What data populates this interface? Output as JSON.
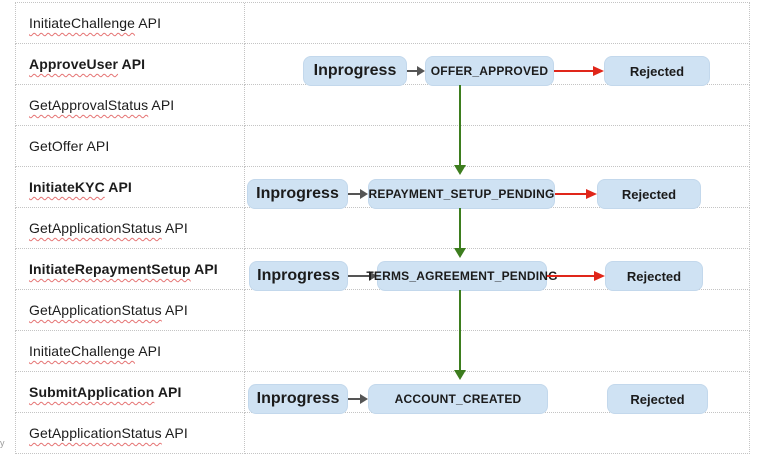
{
  "colors": {
    "box_fill": "#cfe2f3",
    "box_border": "#c3d8ec",
    "red_arrow": "#e0261a",
    "green_arrow": "#3d7d1e",
    "gray_arrow": "#555555",
    "grid_line": "#c4c4c4",
    "squiggle": "#e57373",
    "text": "#1c1c1c",
    "bg": "#ffffff"
  },
  "left_column": {
    "rows": [
      {
        "word": "InitiateChallenge",
        "suffix": " API",
        "bold": false,
        "misspelled": true
      },
      {
        "word": "ApproveUser",
        "suffix": " API",
        "bold": true,
        "misspelled": true
      },
      {
        "word": "GetApprovalStatus",
        "suffix": " API",
        "bold": false,
        "misspelled": true
      },
      {
        "word": "GetOffer",
        "suffix": " API",
        "bold": false,
        "misspelled": false
      },
      {
        "word": "InitiateKYC",
        "suffix": " API",
        "bold": true,
        "misspelled": true
      },
      {
        "word": "GetApplicationStatus",
        "suffix": " API",
        "bold": false,
        "misspelled": true
      },
      {
        "word": "InitiateRepaymentSetup",
        "suffix": " API",
        "bold": true,
        "misspelled": true
      },
      {
        "word": "GetApplicationStatus",
        "suffix": " API",
        "bold": false,
        "misspelled": true
      },
      {
        "word": "InitiateChallenge",
        "suffix": " API",
        "bold": false,
        "misspelled": true
      },
      {
        "word": "SubmitApplication",
        "suffix": " API",
        "bold": true,
        "misspelled": true
      },
      {
        "word": "GetApplicationStatus",
        "suffix": " API",
        "bold": false,
        "misspelled": true
      }
    ]
  },
  "flows": [
    {
      "in_label": "Inprogress",
      "state_label": "OFFER_APPROVED",
      "reject_label": "Rejected",
      "reject_connected": true
    },
    {
      "in_label": "Inprogress",
      "state_label": "REPAYMENT_SETUP_PENDING",
      "reject_label": "Rejected",
      "reject_connected": true
    },
    {
      "in_label": "Inprogress",
      "state_label": "TERMS_AGREEMENT_PENDING",
      "reject_label": "Rejected",
      "reject_connected": true
    },
    {
      "in_label": "Inprogress",
      "state_label": "ACCOUNT_CREATED",
      "reject_label": "Rejected",
      "reject_connected": false
    }
  ],
  "footer": {
    "partial_text": "y"
  }
}
